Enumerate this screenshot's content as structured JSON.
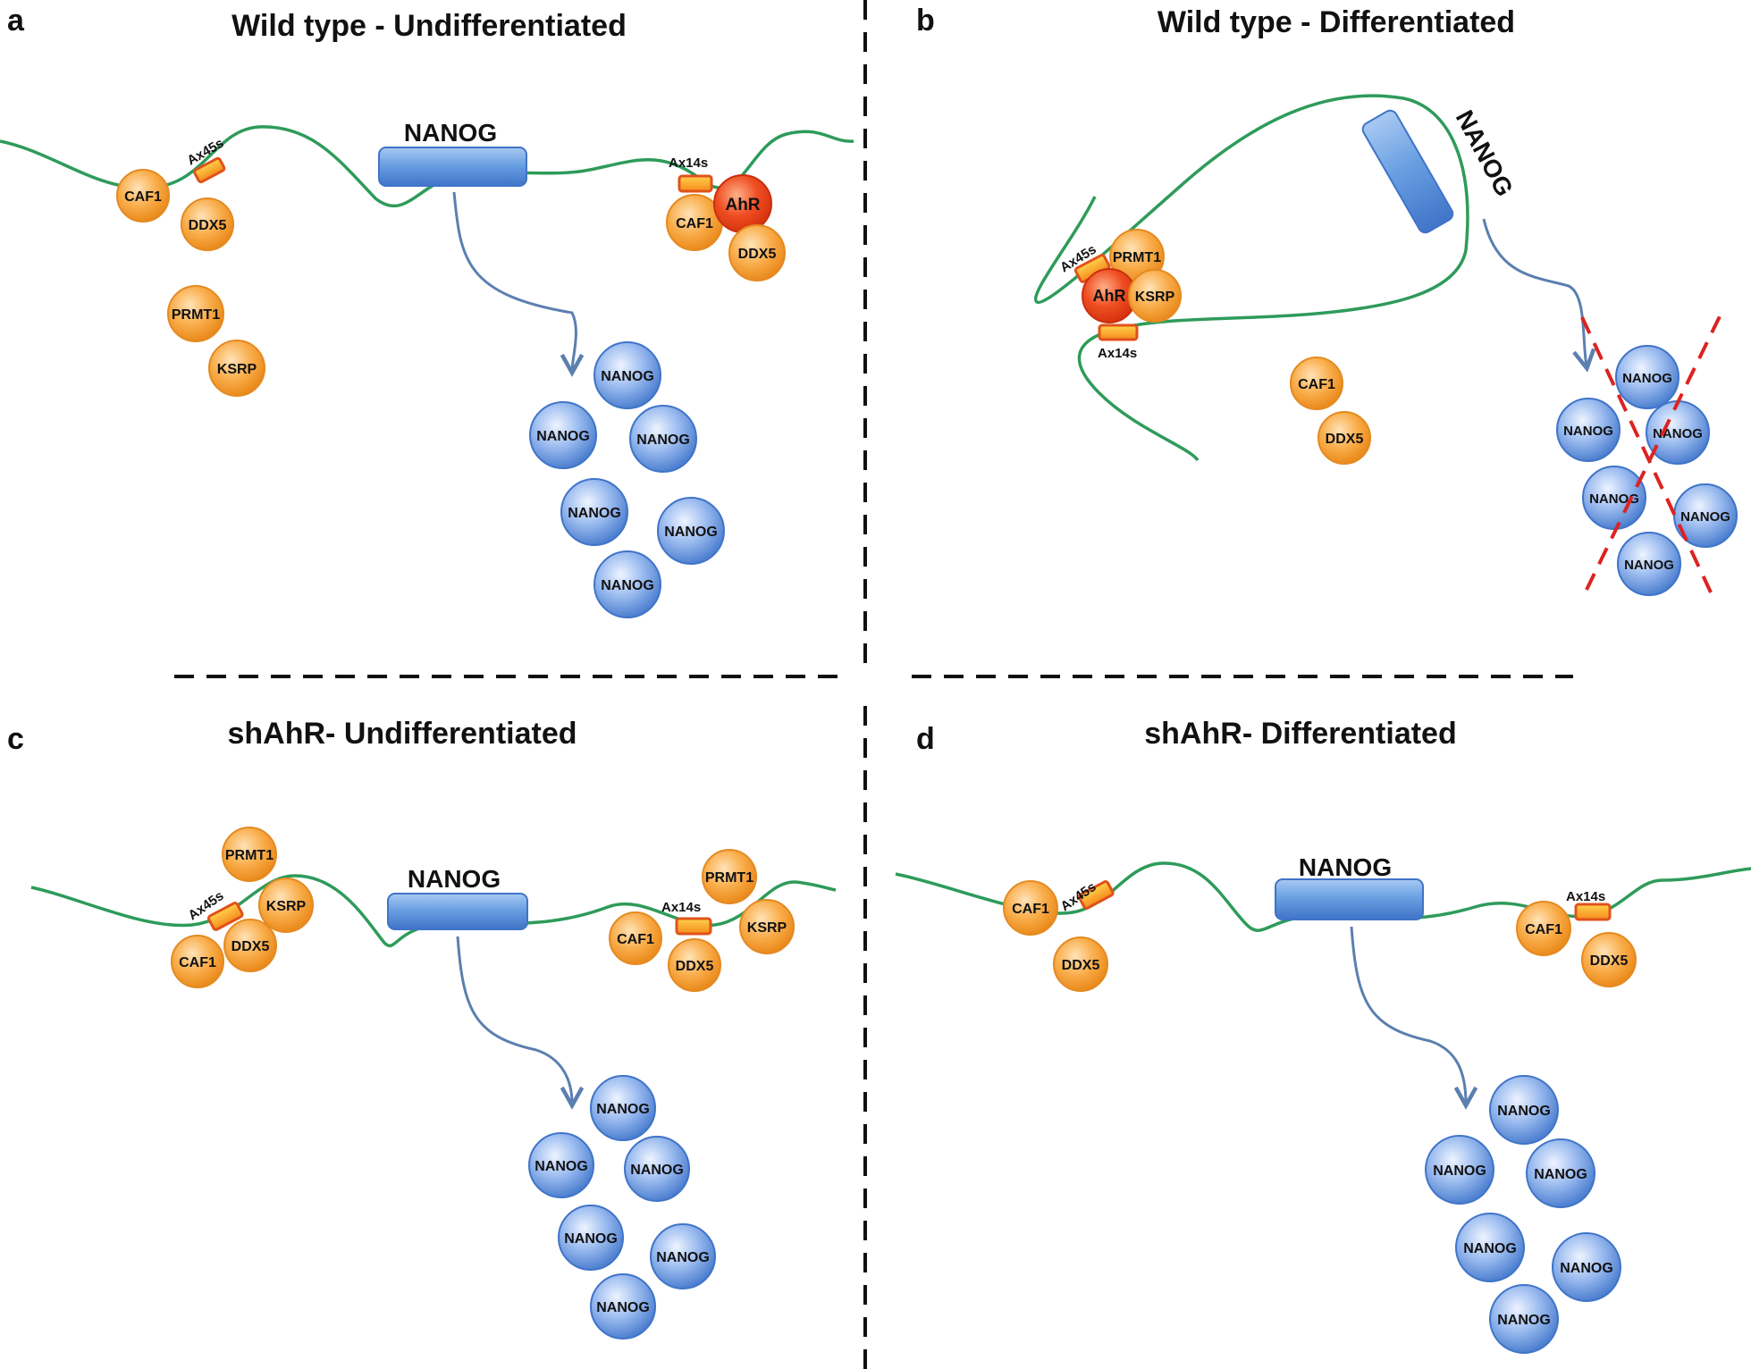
{
  "colors": {
    "dna_strand": "#2e9b5a",
    "protein_orange": "#f7a030",
    "protein_red": "#e8421c",
    "nanog_blue": "#3f74c8",
    "gene_box": "#5b93d8",
    "arrow": "#5b7faf",
    "binding_site": "#f06a18",
    "cross_out": "#dd2222",
    "divider": "#111111"
  },
  "panels": {
    "a": {
      "letter": "a",
      "title": "Wild type - Undifferentiated",
      "gene": "NANOG",
      "left_complex": [
        "CAF1",
        "Ax45s",
        "DDX5"
      ],
      "free_proteins": [
        "PRMT1",
        "KSRP"
      ],
      "right_complex": [
        "Ax14s",
        "CAF1",
        "AhR",
        "DDX5"
      ],
      "products": [
        "NANOG",
        "NANOG",
        "NANOG",
        "NANOG",
        "NANOG",
        "NANOG"
      ]
    },
    "b": {
      "letter": "b",
      "title": "Wild type - Differentiated",
      "gene": "NANOG",
      "loop_complex": [
        "Ax45s",
        "PRMT1",
        "AhR",
        "KSRP",
        "Ax14s"
      ],
      "free_proteins": [
        "CAF1",
        "DDX5"
      ],
      "products": [
        "NANOG",
        "NANOG",
        "NANOG",
        "NANOG",
        "NANOG",
        "NANOG"
      ]
    },
    "c": {
      "letter": "c",
      "title": "shAhR- Undifferentiated",
      "gene": "NANOG",
      "left_complex": [
        "PRMT1",
        "Ax45s",
        "KSRP",
        "DDX5",
        "CAF1"
      ],
      "right_complex": [
        "PRMT1",
        "Ax14s",
        "CAF1",
        "KSRP",
        "DDX5"
      ],
      "products": [
        "NANOG",
        "NANOG",
        "NANOG",
        "NANOG",
        "NANOG",
        "NANOG"
      ]
    },
    "d": {
      "letter": "d",
      "title": "shAhR- Differentiated",
      "gene": "NANOG",
      "left_complex": [
        "CAF1",
        "Ax45s",
        "DDX5"
      ],
      "right_complex": [
        "Ax14s",
        "CAF1",
        "DDX5"
      ],
      "products": [
        "NANOG",
        "NANOG",
        "NANOG",
        "NANOG",
        "NANOG",
        "NANOG"
      ]
    }
  }
}
